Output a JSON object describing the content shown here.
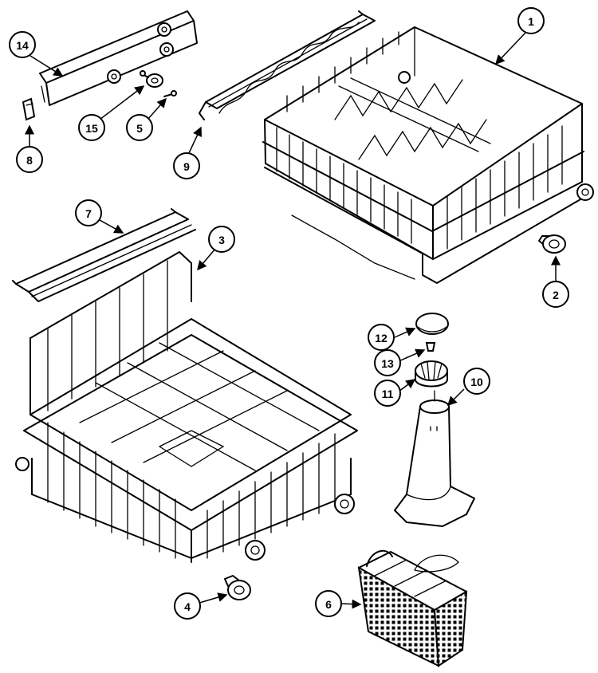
{
  "diagram": {
    "type": "exploded-parts-view",
    "line_color": "#000000",
    "background": "#ffffff"
  },
  "callouts": [
    {
      "key": "c1",
      "label": "1"
    },
    {
      "key": "c2",
      "label": "2"
    },
    {
      "key": "c3",
      "label": "3"
    },
    {
      "key": "c4",
      "label": "4"
    },
    {
      "key": "c5",
      "label": "5"
    },
    {
      "key": "c6",
      "label": "6"
    },
    {
      "key": "c7",
      "label": "7"
    },
    {
      "key": "c8",
      "label": "8"
    },
    {
      "key": "c9",
      "label": "9"
    },
    {
      "key": "c10",
      "label": "10"
    },
    {
      "key": "c11",
      "label": "11"
    },
    {
      "key": "c12",
      "label": "12"
    },
    {
      "key": "c13",
      "label": "13"
    },
    {
      "key": "c14",
      "label": "14"
    },
    {
      "key": "c15",
      "label": "15"
    }
  ]
}
